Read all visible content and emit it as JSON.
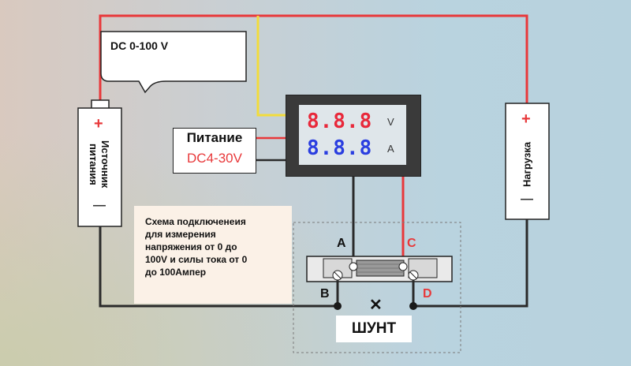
{
  "bubble": {
    "text": "DC 0-100 V"
  },
  "battery": {
    "label": "Источник питания",
    "plus": "+",
    "minus": "—"
  },
  "load": {
    "label": "Нагрузка",
    "plus": "+",
    "minus": "—"
  },
  "power": {
    "title": "Питание",
    "range": "DC4-30V"
  },
  "meter": {
    "top_digits": "8.8.8",
    "top_unit": "V",
    "bottom_digits": "8.8.8",
    "bottom_unit": "A",
    "top_color": "#e8283a",
    "bottom_color": "#2a3ee0"
  },
  "note": {
    "text": "Схема подключенеия\nдля измерения\nнапряжения от 0 до\n100V и силы тока от 0\nдо 100Ампер"
  },
  "terminals": {
    "a": "A",
    "b": "B",
    "c": "C",
    "d": "D"
  },
  "shunt": {
    "label": "ШУНТ",
    "cross": "✕"
  },
  "colors": {
    "red_wire": "#e8383a",
    "black_wire": "#2a2a2a",
    "yellow_wire": "#f2dc3c",
    "red_label": "#e8383a"
  }
}
